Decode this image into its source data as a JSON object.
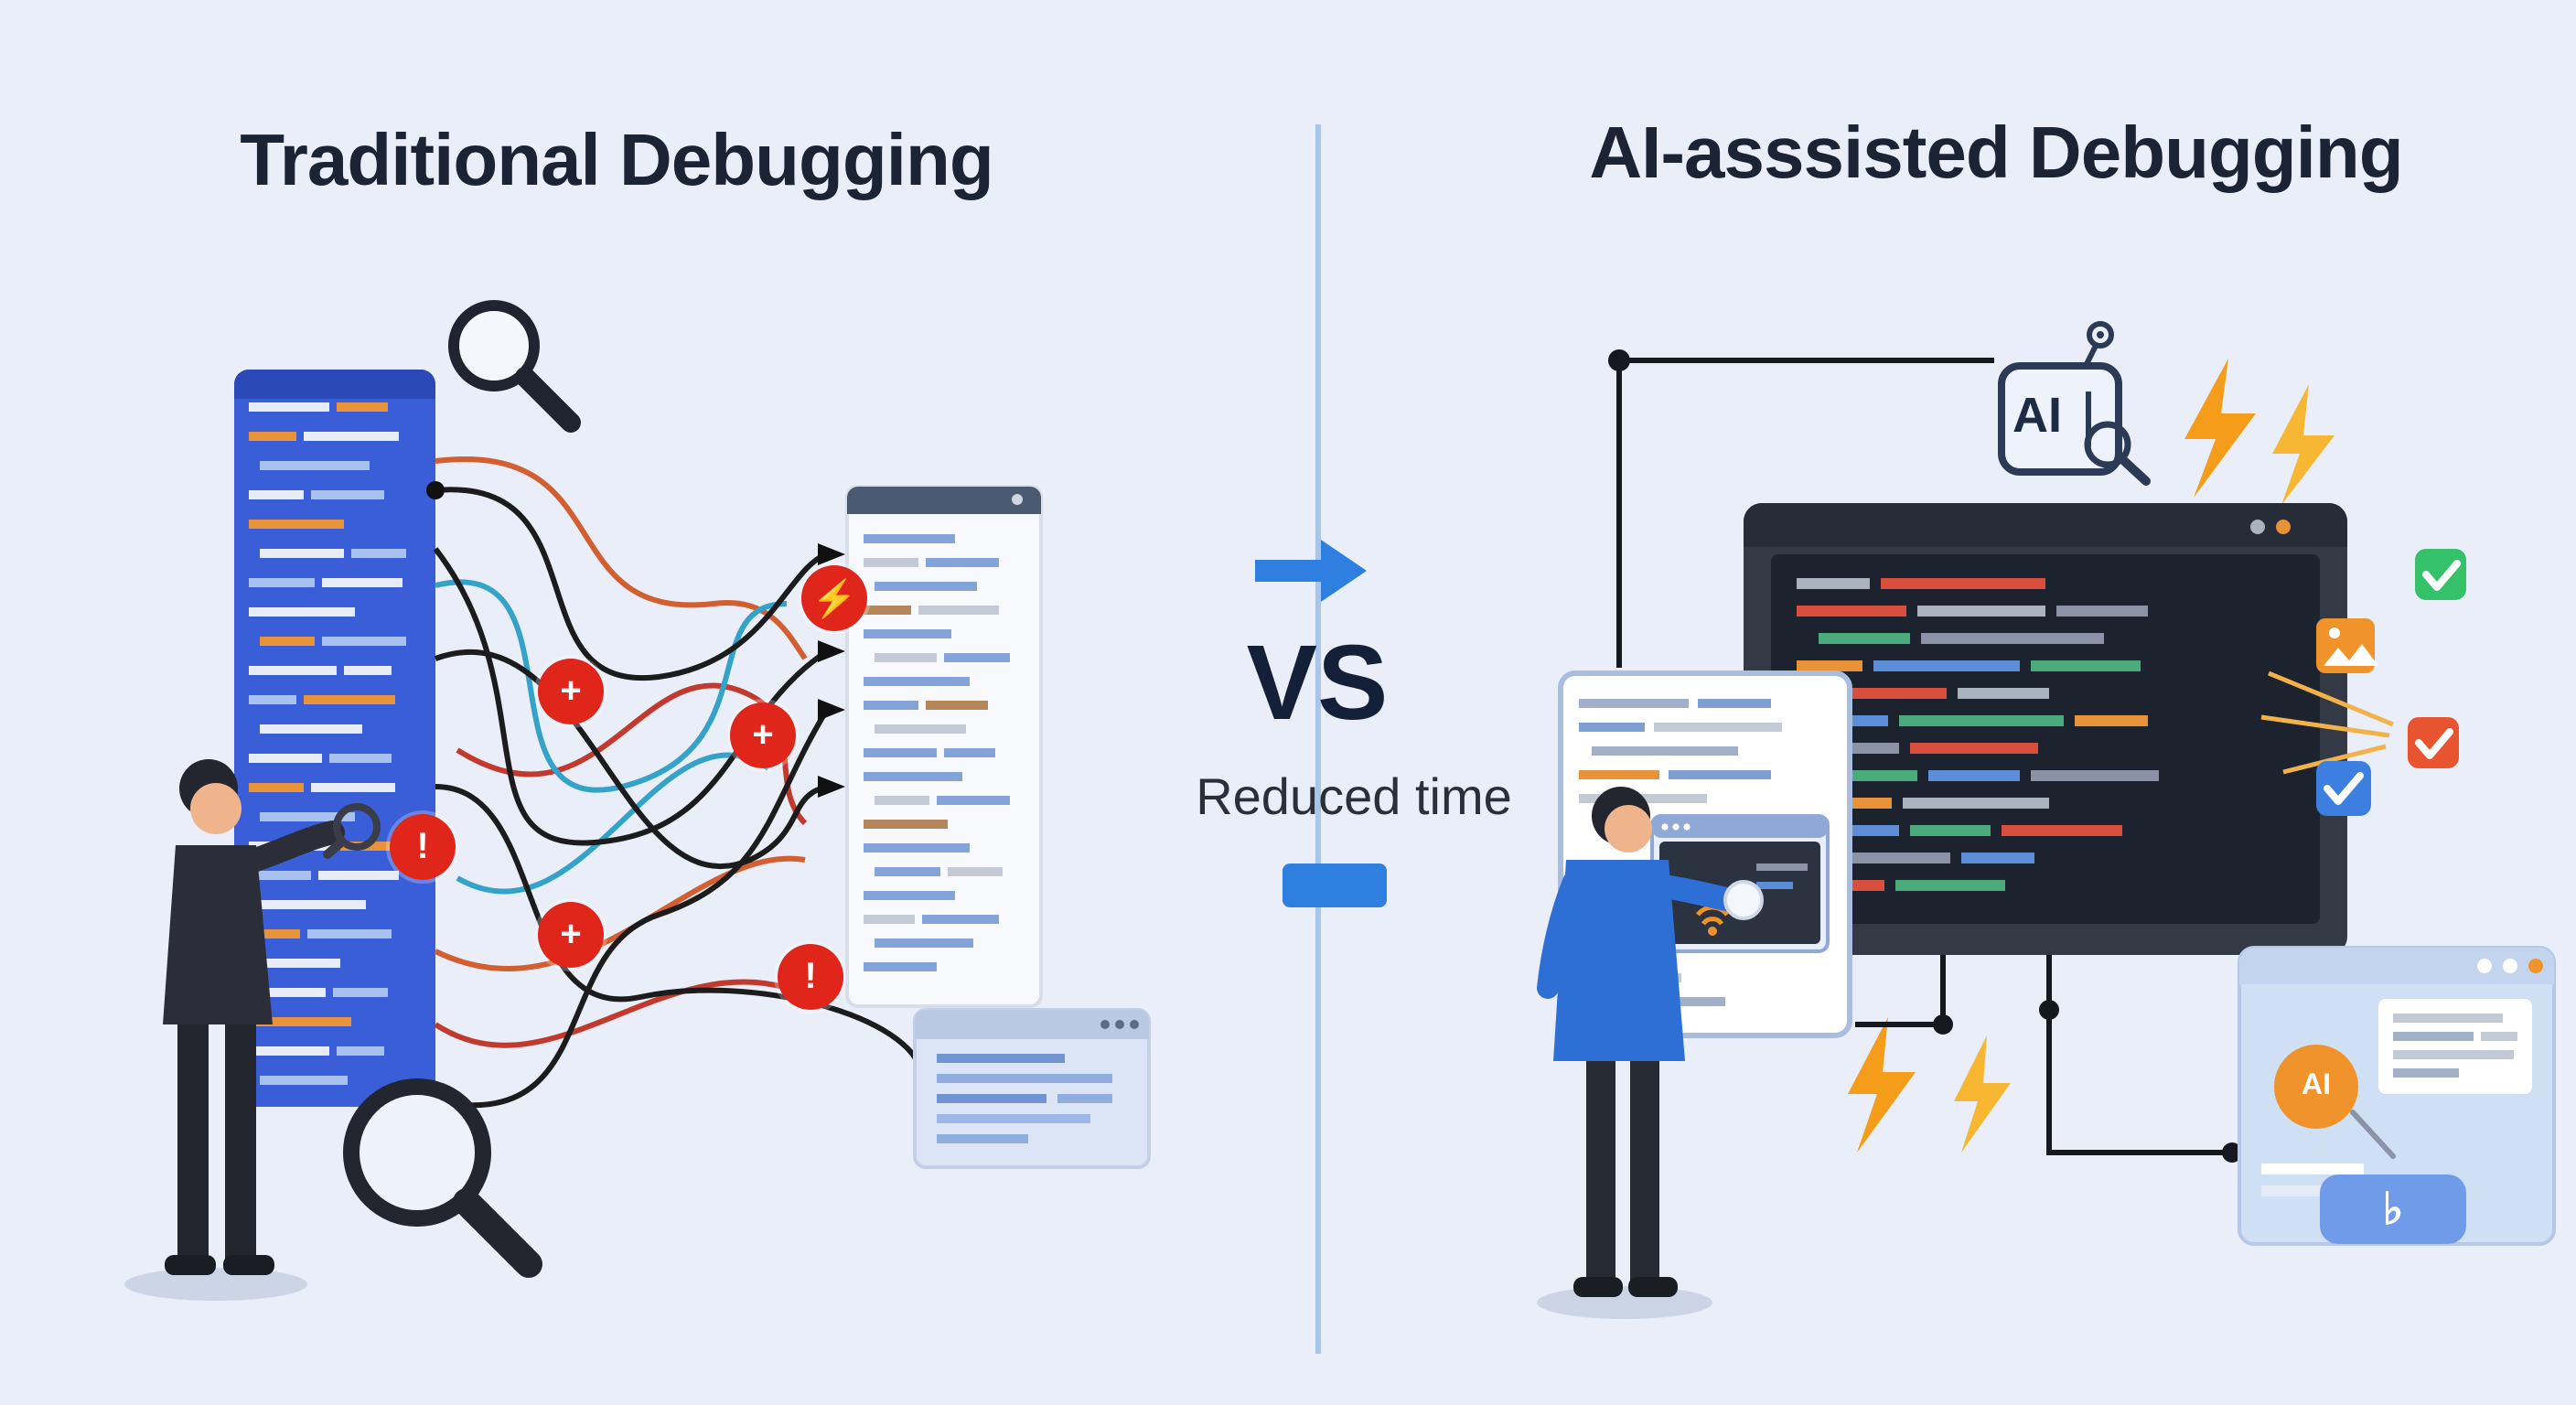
{
  "titles": {
    "left": "Traditional Debugging",
    "right": "AI-asssisted Debugging"
  },
  "center": {
    "vs_label": "VS",
    "caption": "Reduced time"
  },
  "left_scene": {
    "error_badges": [
      {
        "name": "lightning-error-badge",
        "glyph": "⚡"
      },
      {
        "name": "plus-error-badge",
        "glyph": "+"
      },
      {
        "name": "plus-error-badge",
        "glyph": "+"
      },
      {
        "name": "exclamation-error-badge",
        "glyph": "!"
      },
      {
        "name": "plus-error-badge",
        "glyph": "+"
      },
      {
        "name": "exclamation-error-badge",
        "glyph": "!"
      }
    ]
  },
  "right_scene": {
    "ai_chip_label": "AI",
    "ai_avatar_label": "AI",
    "bottom_badge_glyph": "♭"
  },
  "colors": {
    "background": "#e9eef8",
    "accent_blue": "#2f7fe0",
    "error_red": "#e0251b",
    "bolt_orange": "#f6a820",
    "success_green": "#35c06a",
    "code_panel_blue": "#3a5ed8",
    "dark_screen": "#1c222e",
    "divider_blue": "#a9c6ea"
  }
}
